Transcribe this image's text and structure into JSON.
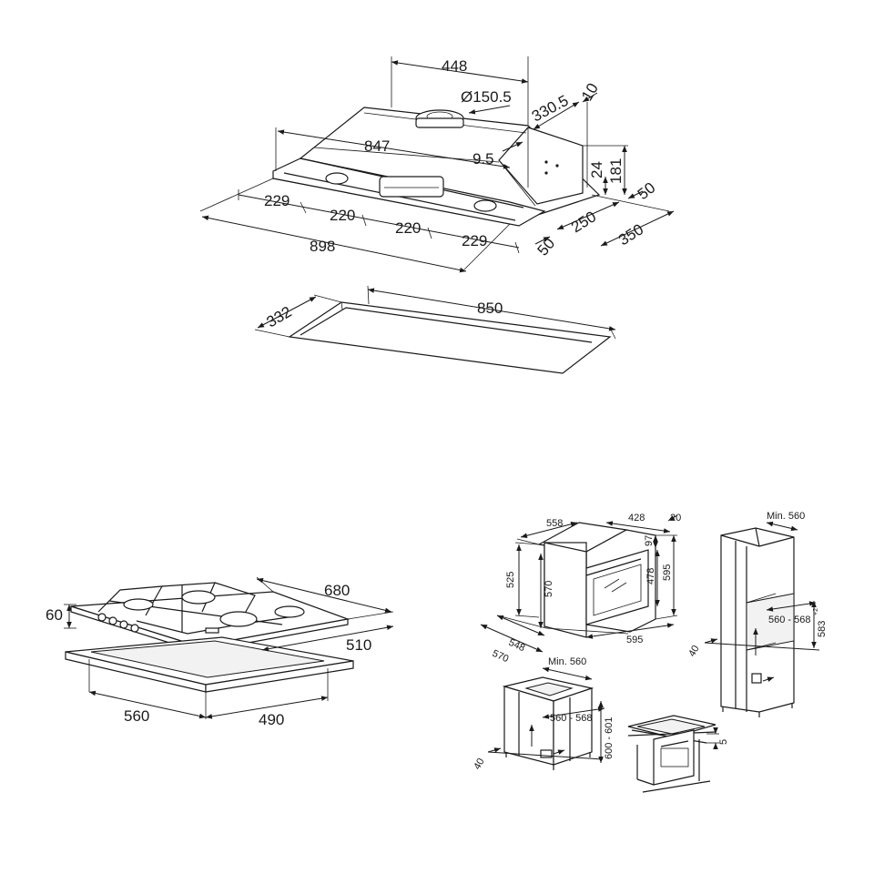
{
  "hood": {
    "width_top": "448",
    "duct": "Ø150.5",
    "inner_length": "847",
    "side_offset": "9.5",
    "depth_top": "330.5",
    "top_margin": "10",
    "front_height": "24",
    "total_height": "181",
    "back_margin": "50",
    "front_margin": "50",
    "cut_depth": "250",
    "total_depth": "350",
    "seg_1": "229",
    "seg_2": "220",
    "seg_3": "220",
    "seg_4": "229",
    "total_width": "898"
  },
  "cutout": {
    "depth": "332",
    "length": "850"
  },
  "hob": {
    "height": "60",
    "width": "680",
    "depth": "510",
    "cut_width": "560",
    "cut_depth": "490"
  },
  "oven": {
    "width_top": "558",
    "depth_top": "428",
    "back_gap": "20",
    "panel": "97",
    "height_total": "595",
    "cavity_height": "478",
    "left_height": "525",
    "inner_height": "570",
    "front_width": "595",
    "depth_1": "548",
    "depth_2": "570"
  },
  "tall_cabinet": {
    "min_width": "Min. 560",
    "width_range": "560 - 568",
    "height": "583",
    "height_sup": "+2",
    "vent": "40"
  },
  "base_cabinet": {
    "min_width": "Min. 560",
    "width_range": "560 - 568",
    "height_range": "600 - 601",
    "vent": "40"
  },
  "under_hob": {
    "gap": "5"
  }
}
